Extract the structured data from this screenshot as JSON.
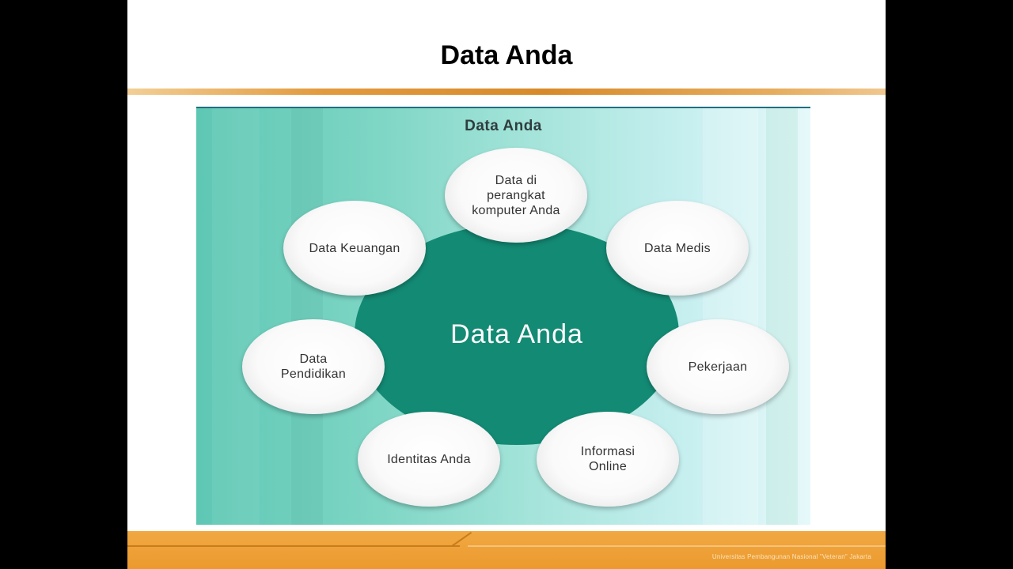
{
  "slide": {
    "title": "Data Anda",
    "footer_text": "Universitas Pembangunan Nasional \"Veteran\" Jakarta"
  },
  "diagram": {
    "title": "Data Anda",
    "center_label": "Data Anda",
    "nodes": [
      {
        "label": "Data di\nperangkat\nkomputer Anda"
      },
      {
        "label": "Data Medis"
      },
      {
        "label": "Pekerjaan"
      },
      {
        "label": "Informasi\nOnline"
      },
      {
        "label": "Identitas Anda"
      },
      {
        "label": "Data\nPendidikan"
      },
      {
        "label": "Data Keuangan"
      }
    ]
  },
  "colors": {
    "center_circle": "#138a74",
    "footer": "#eb9a2e",
    "title_rule": "#d88a2a"
  }
}
